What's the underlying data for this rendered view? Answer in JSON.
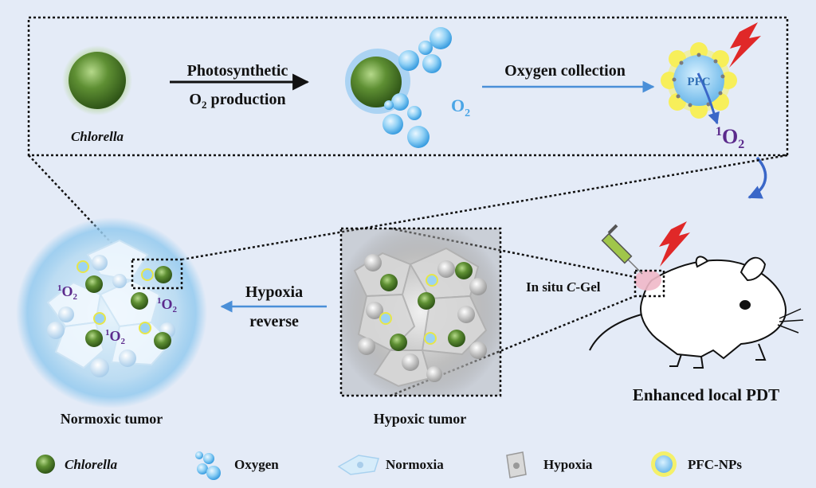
{
  "top": {
    "chlorella_label": "Chlorella",
    "arrow1_line1": "Photosynthetic",
    "arrow1_line2_prefix": "O",
    "arrow1_line2_sub": "2",
    "arrow1_line2_suffix": " production",
    "oxygen_prefix": "O",
    "oxygen_sub": "2",
    "arrow2_label": "Oxygen collection",
    "pfc_label": "PFC",
    "singlet_sup": "1",
    "singlet_main": "O",
    "singlet_sub": "2"
  },
  "middle": {
    "normoxic_title": "Normoxic tumor",
    "hypoxic_title": "Hypoxic tumor",
    "arrow_line1": "Hypoxia",
    "arrow_line2": "reverse",
    "gel_prefix": "In situ ",
    "gel_italic": "C",
    "gel_suffix": "-Gel",
    "pdt_label": "Enhanced local PDT",
    "normoxic_singlet": {
      "sup": "1",
      "main": "O",
      "sub": "2"
    }
  },
  "legend": {
    "items": [
      {
        "label": "Chlorella",
        "italic": true
      },
      {
        "label": "Oxygen",
        "italic": false
      },
      {
        "label": "Normoxia",
        "italic": false
      },
      {
        "label": "Hypoxia",
        "italic": false
      },
      {
        "label": "PFC-NPs",
        "italic": false
      }
    ]
  },
  "colors": {
    "background": "#e4ebf7",
    "chlorella": "#4f7d2c",
    "oxygen": "#5ab2ea",
    "arrow_blue": "#4a8fd8",
    "singlet_text": "#5b2a8c",
    "pfc_shell": "#f4f06a",
    "lightning": "#e02828"
  }
}
